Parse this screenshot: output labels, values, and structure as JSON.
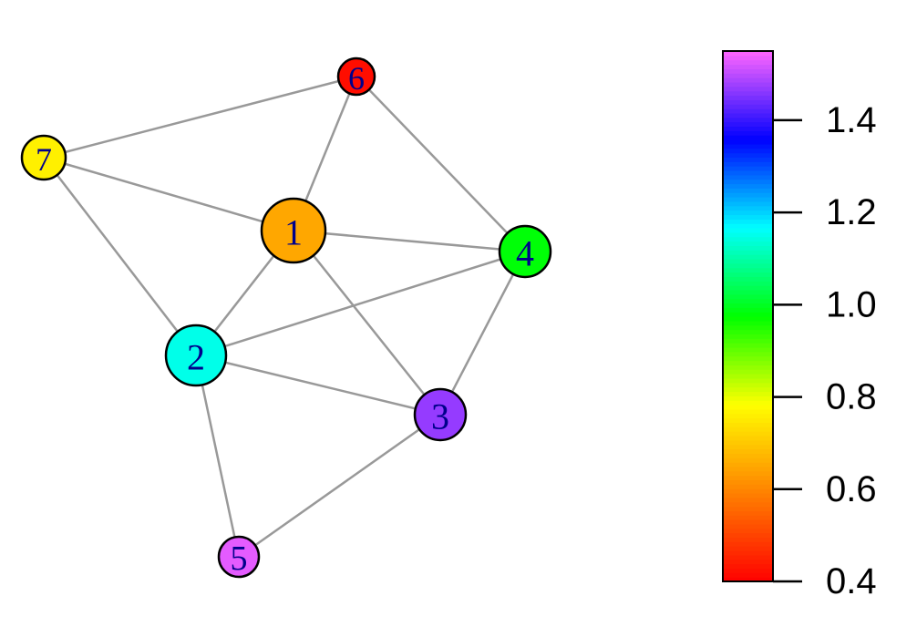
{
  "graph": {
    "nodes": [
      {
        "id": "1",
        "label": "1",
        "value": 0.65
      },
      {
        "id": "2",
        "label": "2",
        "value": 1.15
      },
      {
        "id": "3",
        "label": "3",
        "value": 1.47
      },
      {
        "id": "4",
        "label": "4",
        "value": 0.98
      },
      {
        "id": "5",
        "label": "5",
        "value": 1.53
      },
      {
        "id": "6",
        "label": "6",
        "value": 0.42
      },
      {
        "id": "7",
        "label": "7",
        "value": 0.76
      }
    ],
    "edges": [
      [
        "1",
        "6"
      ],
      [
        "6",
        "7"
      ],
      [
        "6",
        "4"
      ],
      [
        "7",
        "1"
      ],
      [
        "7",
        "2"
      ],
      [
        "1",
        "4"
      ],
      [
        "1",
        "2"
      ],
      [
        "1",
        "3"
      ],
      [
        "2",
        "4"
      ],
      [
        "2",
        "3"
      ],
      [
        "2",
        "5"
      ],
      [
        "3",
        "4"
      ],
      [
        "3",
        "5"
      ]
    ],
    "edge_color": "#999999",
    "label_color": "#00008b"
  },
  "colorbar": {
    "min": 0.4,
    "max": 1.55,
    "ticks": [
      "0.4",
      "0.6",
      "0.8",
      "1.0",
      "1.2",
      "1.4"
    ],
    "tick_values": [
      0.4,
      0.6,
      0.8,
      1.0,
      1.2,
      1.4
    ],
    "palette": [
      "#ff0000",
      "#ff8000",
      "#ffff00",
      "#00ff00",
      "#00ffff",
      "#0000ff",
      "#ff66ff"
    ]
  }
}
